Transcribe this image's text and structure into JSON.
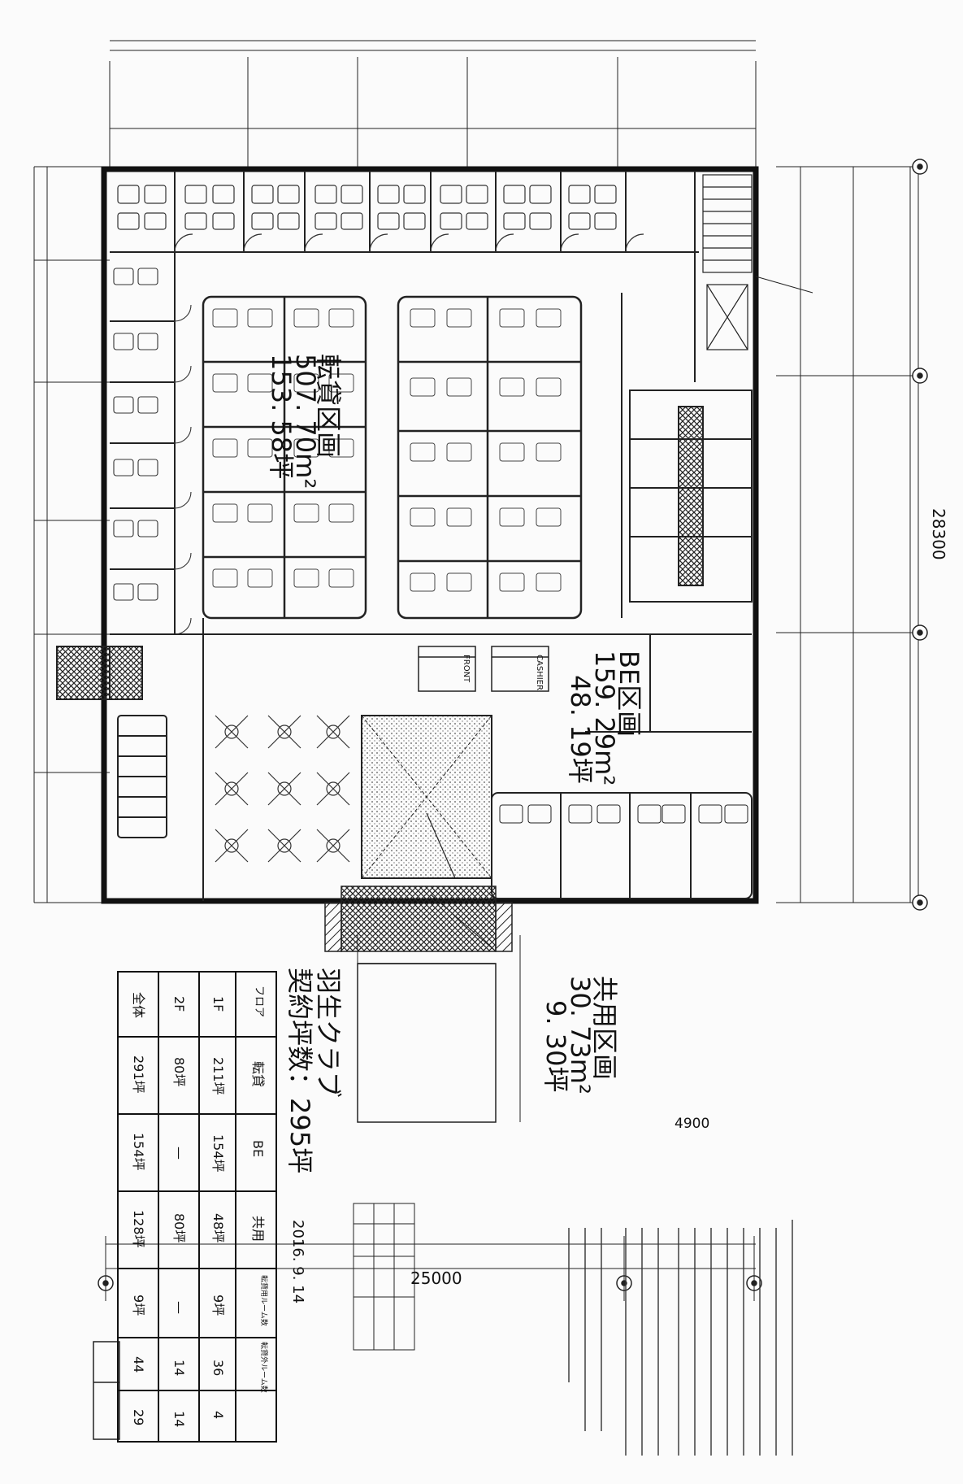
{
  "areas": {
    "tenant": {
      "name": "転貸区画",
      "sqm": "507. 70m²",
      "tsubo": "153. 58坪"
    },
    "be": {
      "name": "BE区画",
      "sqm": "159. 29m²",
      "tsubo": "48. 19坪"
    },
    "common": {
      "name": "共用区画",
      "sqm": "30. 73m²",
      "tsubo": "9. 30坪"
    }
  },
  "room_labels": {
    "front": "FRONT",
    "cashier": "CASHIER"
  },
  "dimensions": {
    "overall_right": "28300",
    "overall_bottom": "25000",
    "right_segment": "4900"
  },
  "summary": {
    "club_name": "羽生クラブ",
    "contract_label": "契約坪数：295坪",
    "date": "2016. 9. 14",
    "headers": [
      "フロア",
      "転貸",
      "BE",
      "共用",
      "転貸用ルーム数",
      "転貸外ルーム数"
    ],
    "rows": [
      [
        "1F",
        "211坪",
        "154坪",
        "48坪",
        "9坪",
        "36",
        "4"
      ],
      [
        "2F",
        "80坪",
        "—",
        "80坪",
        "—",
        "14",
        "14"
      ],
      [
        "全体",
        "291坪",
        "154坪",
        "128坪",
        "9坪",
        "44",
        "29"
      ]
    ]
  },
  "colors": {
    "line": "#1a1a1a",
    "hatch": "#333333",
    "paper": "#fbfbfb"
  }
}
